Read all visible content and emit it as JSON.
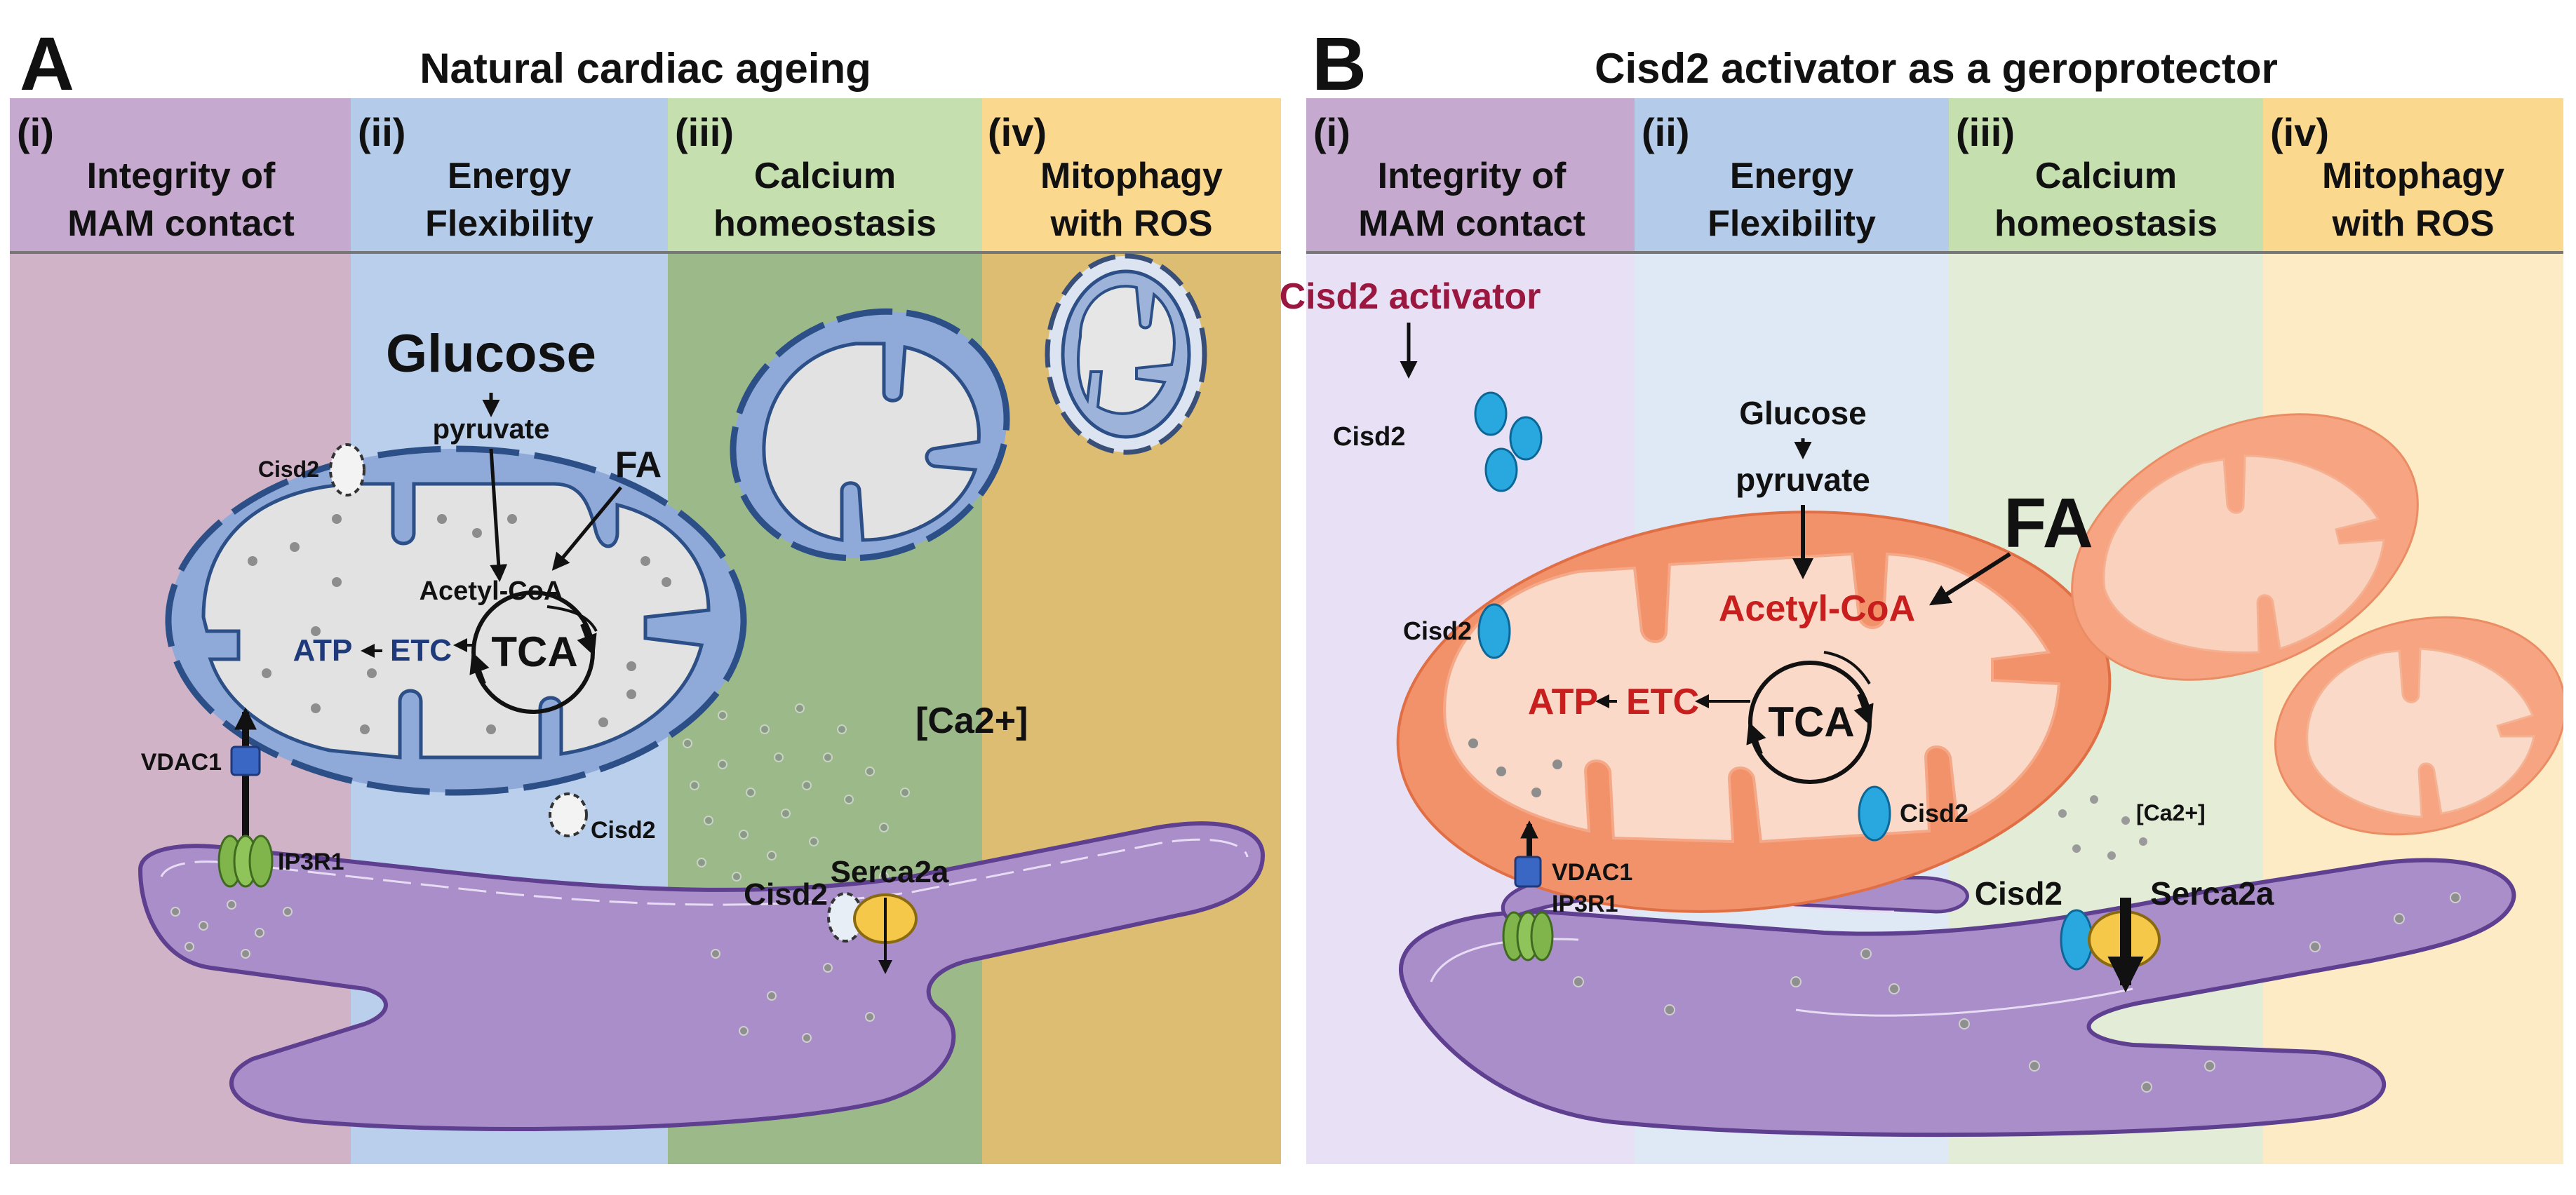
{
  "panel_a": {
    "letter": "A",
    "title": "Natural cardiac ageing",
    "columns": [
      {
        "numeral": "(i)",
        "line1": "Integrity of",
        "line2": "MAM contact",
        "header_color": "#c6a9cf",
        "body_color": "#d1b3c8"
      },
      {
        "numeral": "(ii)",
        "line1": "Energy",
        "line2": "Flexibility",
        "header_color": "#b4cbe9",
        "body_color": "#b9cfec"
      },
      {
        "numeral": "(iii)",
        "line1": "Calcium",
        "line2": "homeostasis",
        "header_color": "#c5dfae",
        "body_color": "#9cb98a"
      },
      {
        "numeral": "(iv)",
        "line1": "Mitophagy",
        "line2": "with ROS",
        "header_color": "#fad88e",
        "body_color": "#dcbd72"
      }
    ],
    "labels": {
      "glucose": "Glucose",
      "pyruvate": "pyruvate",
      "fa": "FA",
      "acetyl_coa": "Acetyl-CoA",
      "atp": "ATP",
      "etc": "ETC",
      "tca": "TCA",
      "cisd2_top": "Cisd2",
      "cisd2_bottom": "Cisd2",
      "cisd2_er": "Cisd2",
      "vdac1": "VDAC1",
      "ip3r1": "IP3R1",
      "calcium": "[Ca2+]",
      "serca2a": "Serca2a"
    }
  },
  "panel_b": {
    "letter": "B",
    "title": "Cisd2 activator as a geroprotector",
    "columns": [
      {
        "numeral": "(i)",
        "line1": "Integrity of",
        "line2": "MAM contact",
        "header_color": "#c6a9cf",
        "body_color": "#e8e0f5"
      },
      {
        "numeral": "(ii)",
        "line1": "Energy",
        "line2": "Flexibility",
        "header_color": "#b4cbe9",
        "body_color": "#dfe9f5"
      },
      {
        "numeral": "(iii)",
        "line1": "Calcium",
        "line2": "homeostasis",
        "header_color": "#c5dfae",
        "body_color": "#e2ecd6"
      },
      {
        "numeral": "(iv)",
        "line1": "Mitophagy",
        "line2": "with ROS",
        "header_color": "#fad88e",
        "body_color": "#fcebc4"
      }
    ],
    "labels": {
      "activator": "Cisd2 activator",
      "cisd2_free": "Cisd2",
      "glucose": "Glucose",
      "pyruvate": "pyruvate",
      "fa": "FA",
      "acetyl_coa": "Acetyl-CoA",
      "atp": "ATP",
      "etc": "ETC",
      "tca": "TCA",
      "cisd2_left": "Cisd2",
      "cisd2_right": "Cisd2",
      "cisd2_er": "Cisd2",
      "vdac1": "VDAC1",
      "ip3r1": "IP3R1",
      "calcium": "[Ca2+]",
      "serca2a": "Serca2a"
    }
  },
  "colors": {
    "mito_blue_membrane": "#8fa9d8",
    "mito_blue_outline": "#2b4f86",
    "mito_orange": "#f2926b",
    "mito_orange_inner": "#fbd9c8",
    "er_purple": "#a98ec9",
    "er_outline": "#5f3f8f",
    "text_dark_blue": "#1f3a7a",
    "text_red": "#c81e1e",
    "text_maroon": "#9a1740",
    "cisd2_blue": "#29a7df",
    "vdac1_blue": "#3a66c4",
    "ip3r1_green": "#7fb54a",
    "serca2a_yellow": "#f5c84a"
  }
}
